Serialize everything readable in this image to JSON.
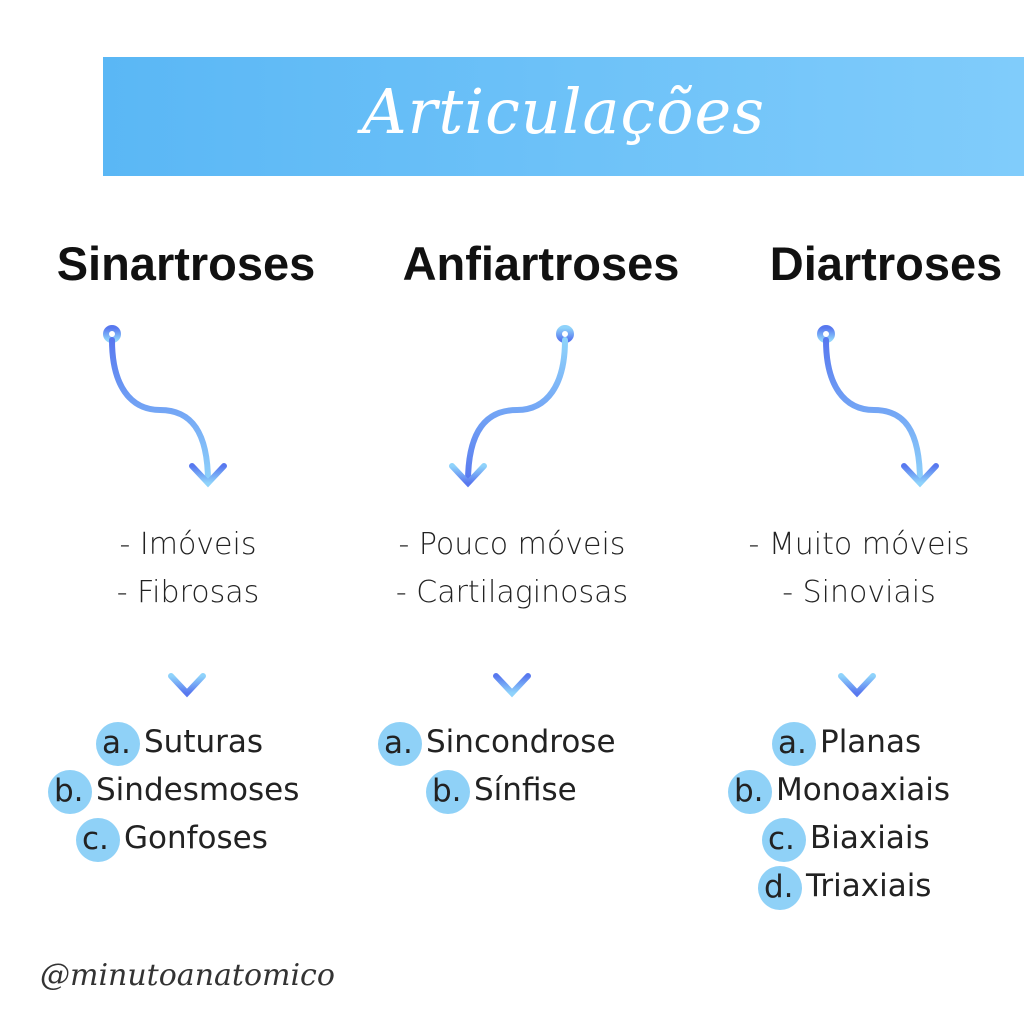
{
  "title": "Articulações",
  "columns": [
    {
      "heading": "Sinartroses",
      "traits": [
        "- Imóveis",
        "- Fibrosas"
      ],
      "items": [
        {
          "letter": "a.",
          "label": "Suturas"
        },
        {
          "letter": "b.",
          "label": "Sindesmoses"
        },
        {
          "letter": "c.",
          "label": "Gonfoses"
        }
      ]
    },
    {
      "heading": "Anfiartroses",
      "traits": [
        "- Pouco móveis",
        "- Cartilaginosas"
      ],
      "items": [
        {
          "letter": "a.",
          "label": "Sincondrose"
        },
        {
          "letter": "b.",
          "label": "Sínfise"
        }
      ]
    },
    {
      "heading": "Diartroses",
      "traits": [
        "- Muito móveis",
        "- Sinoviais"
      ],
      "items": [
        {
          "letter": "a.",
          "label": "Planas"
        },
        {
          "letter": "b.",
          "label": "Monoaxiais"
        },
        {
          "letter": "c.",
          "label": "Biaxiais"
        },
        {
          "letter": "d.",
          "label": "Triaxiais"
        }
      ]
    }
  ],
  "footer": "@minutoanatomico",
  "colors": {
    "banner": "#5ab7f5",
    "badge": "#8fd1f7",
    "arrow_dark": "#5878ef",
    "arrow_light": "#8fd3fb"
  }
}
